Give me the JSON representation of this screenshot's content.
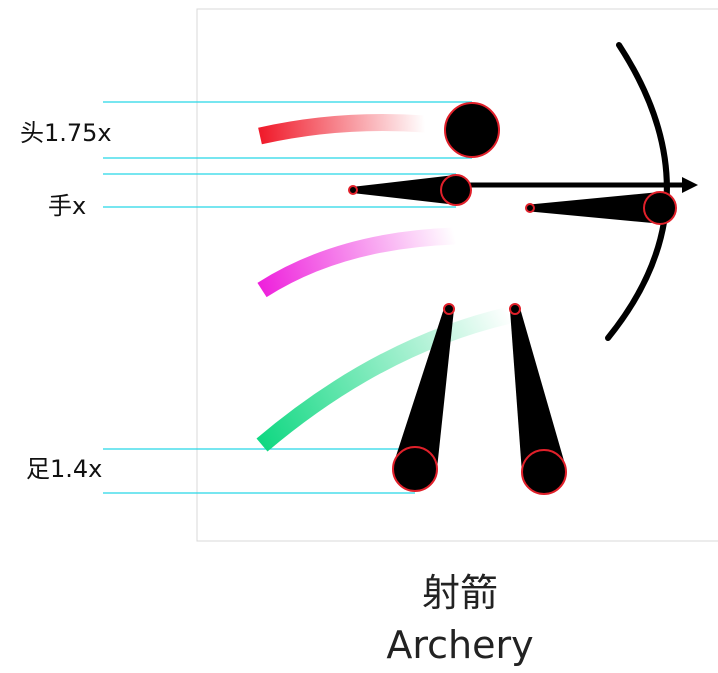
{
  "labels": {
    "head": "头1.75x",
    "hand": "手x",
    "foot": "足1.4x"
  },
  "caption": {
    "chinese": "射箭",
    "english": "Archery"
  },
  "colors": {
    "guide": "#26d7e6",
    "frame": "#d8d8d8",
    "joint_outline": "#e0202a",
    "body": "#000000",
    "trail_head": "#f01c2c",
    "trail_hand": "#ee22dc",
    "trail_foot": "#10d882"
  }
}
